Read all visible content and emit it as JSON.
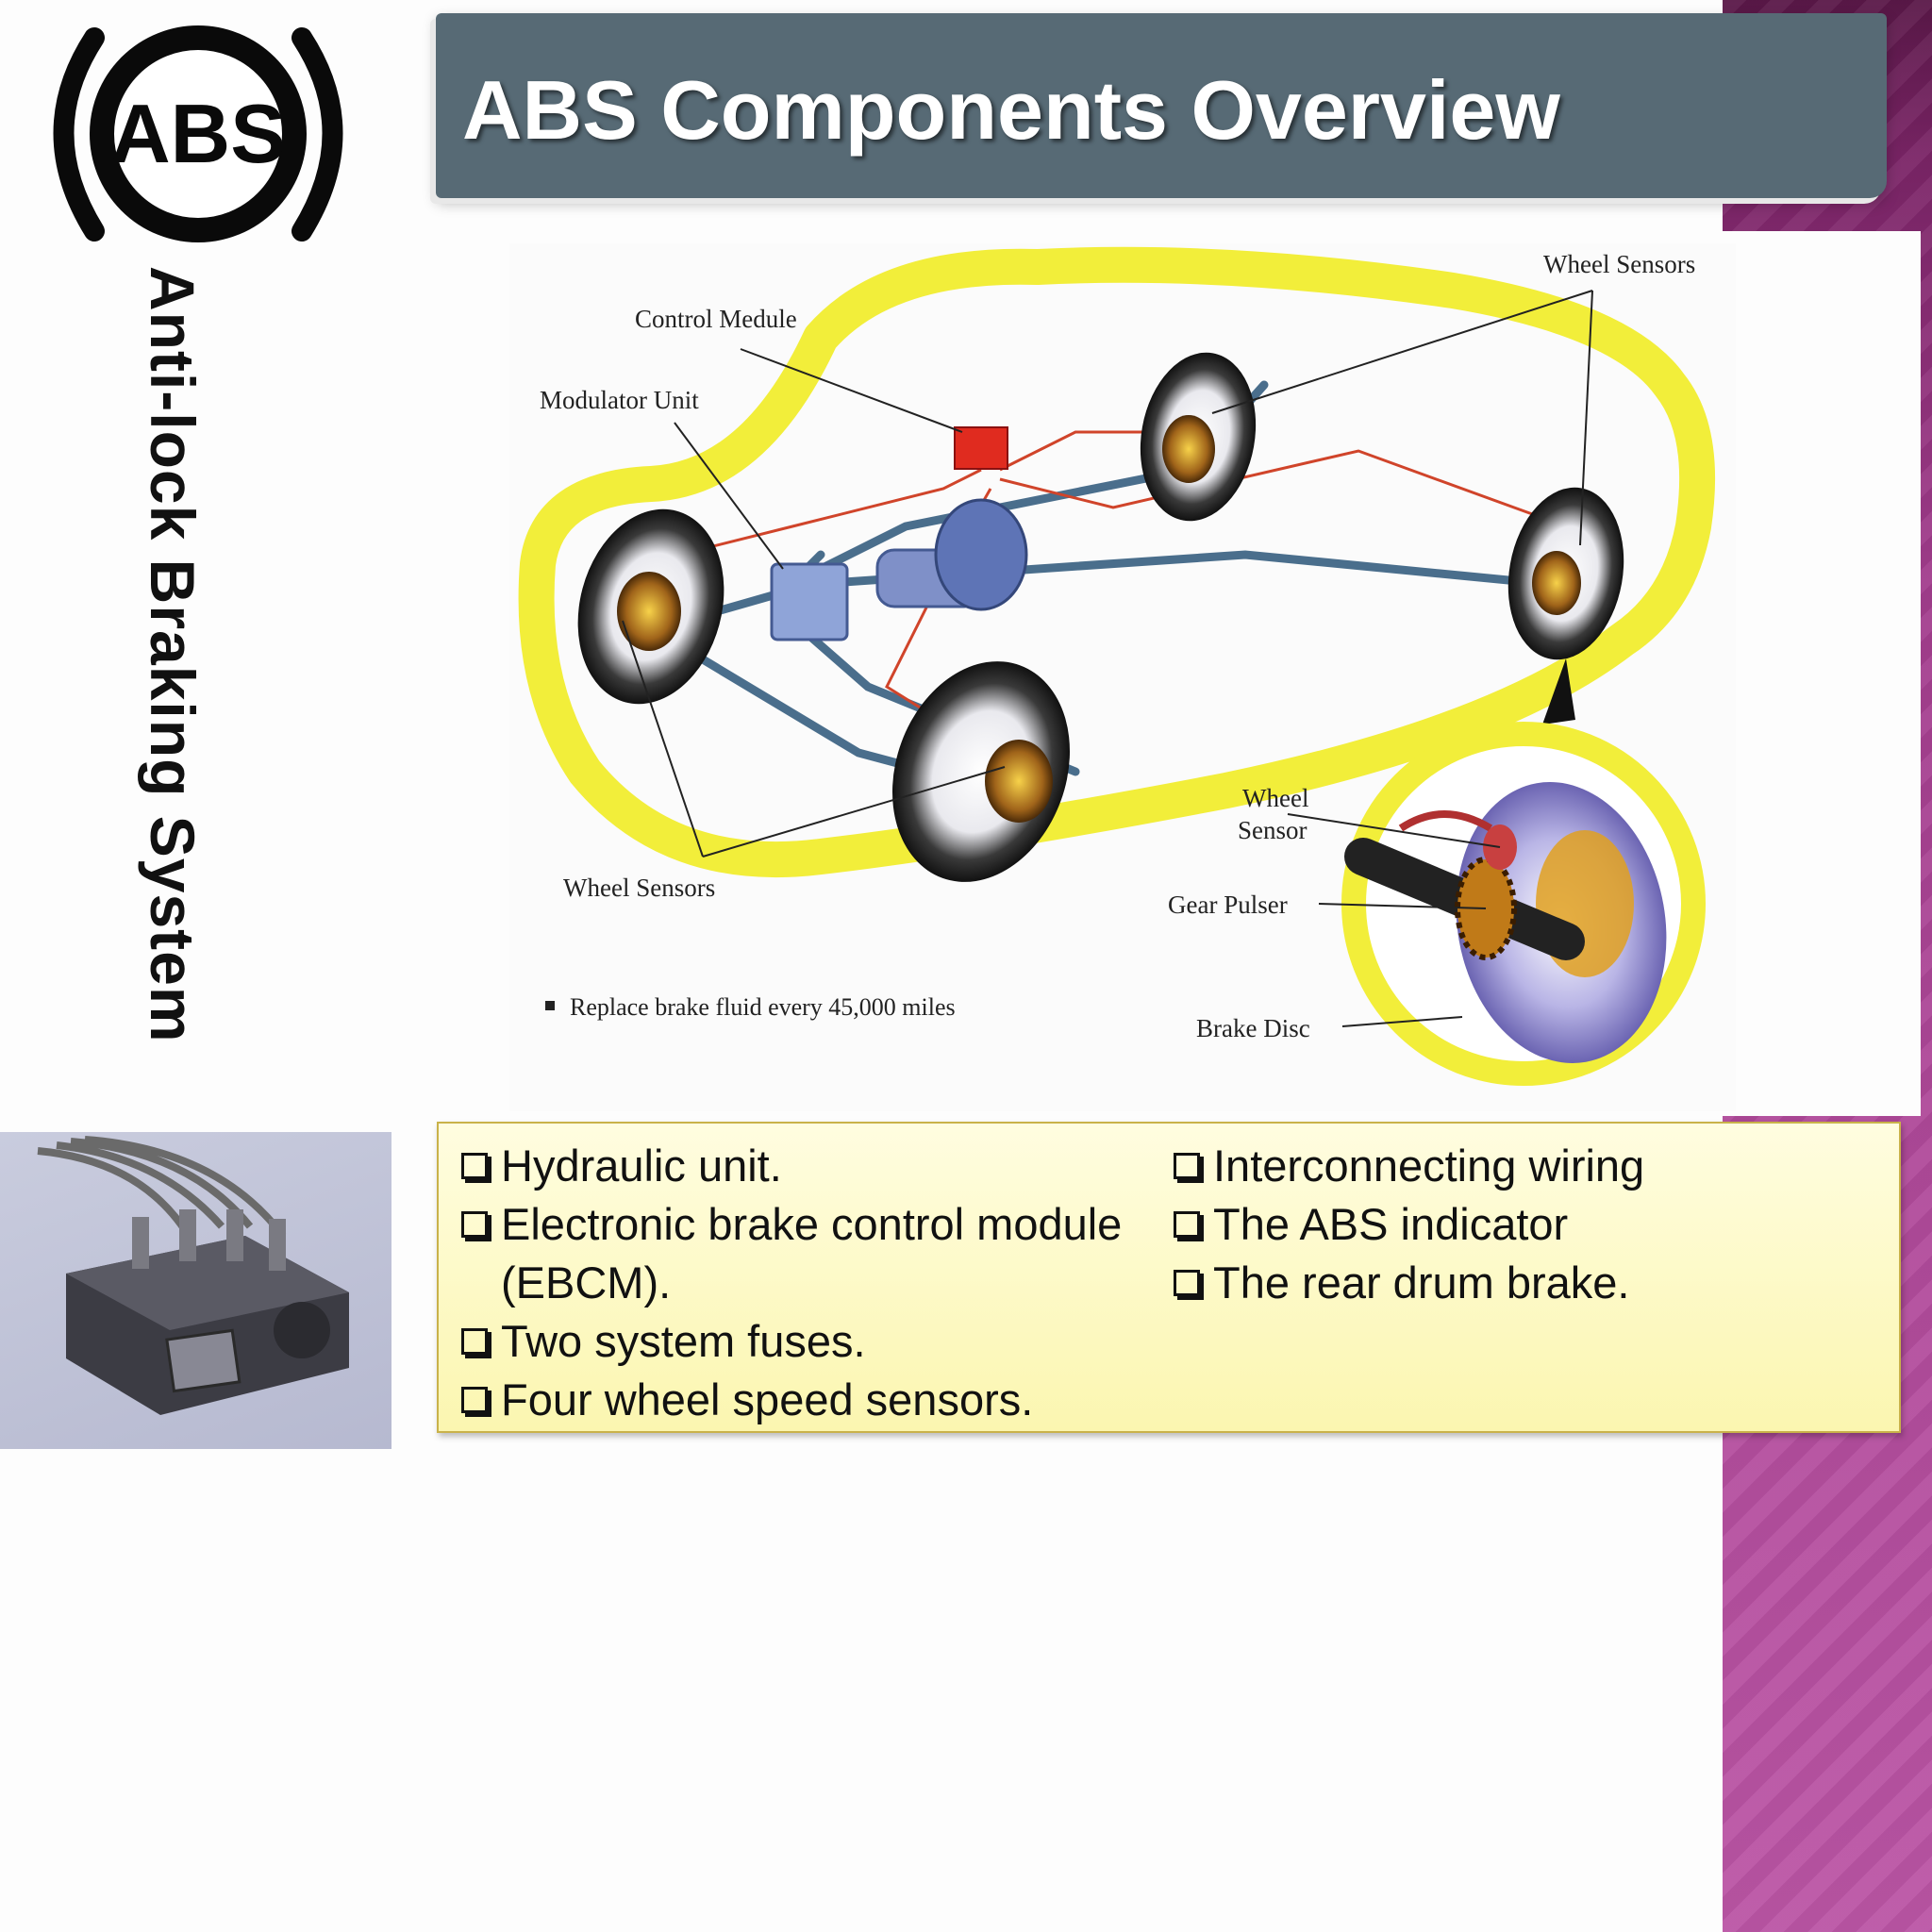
{
  "logo": {
    "text": "ABS",
    "icon": "abs-warning-icon"
  },
  "side_title": "Anti-lock Braking System",
  "title": "ABS Components Overview",
  "diagram": {
    "labels": {
      "control_module": "Control Medule",
      "modulator_unit": "Modulator Unit",
      "wheel_sensors_top": "Wheel Sensors",
      "wheel_sensors_bottom": "Wheel Sensors",
      "wheel_sensor_line1": "Wheel",
      "wheel_sensor_line2": "Sensor",
      "gear_pulser": "Gear Pulser",
      "brake_disc": "Brake Disc"
    },
    "note": "Replace brake fluid every 45,000 miles"
  },
  "list": {
    "left": [
      "Hydraulic unit.",
      "Electronic brake control module (EBCM).",
      "Two system fuses.",
      "Four wheel speed sensors."
    ],
    "right": [
      "Interconnecting wiring",
      "The ABS indicator",
      "The rear drum brake."
    ]
  },
  "colors": {
    "title_bar": "#576a75",
    "accent_band": "#a23d8d",
    "car_outline": "#f2ee3a",
    "list_box": "#fbf6b0"
  }
}
